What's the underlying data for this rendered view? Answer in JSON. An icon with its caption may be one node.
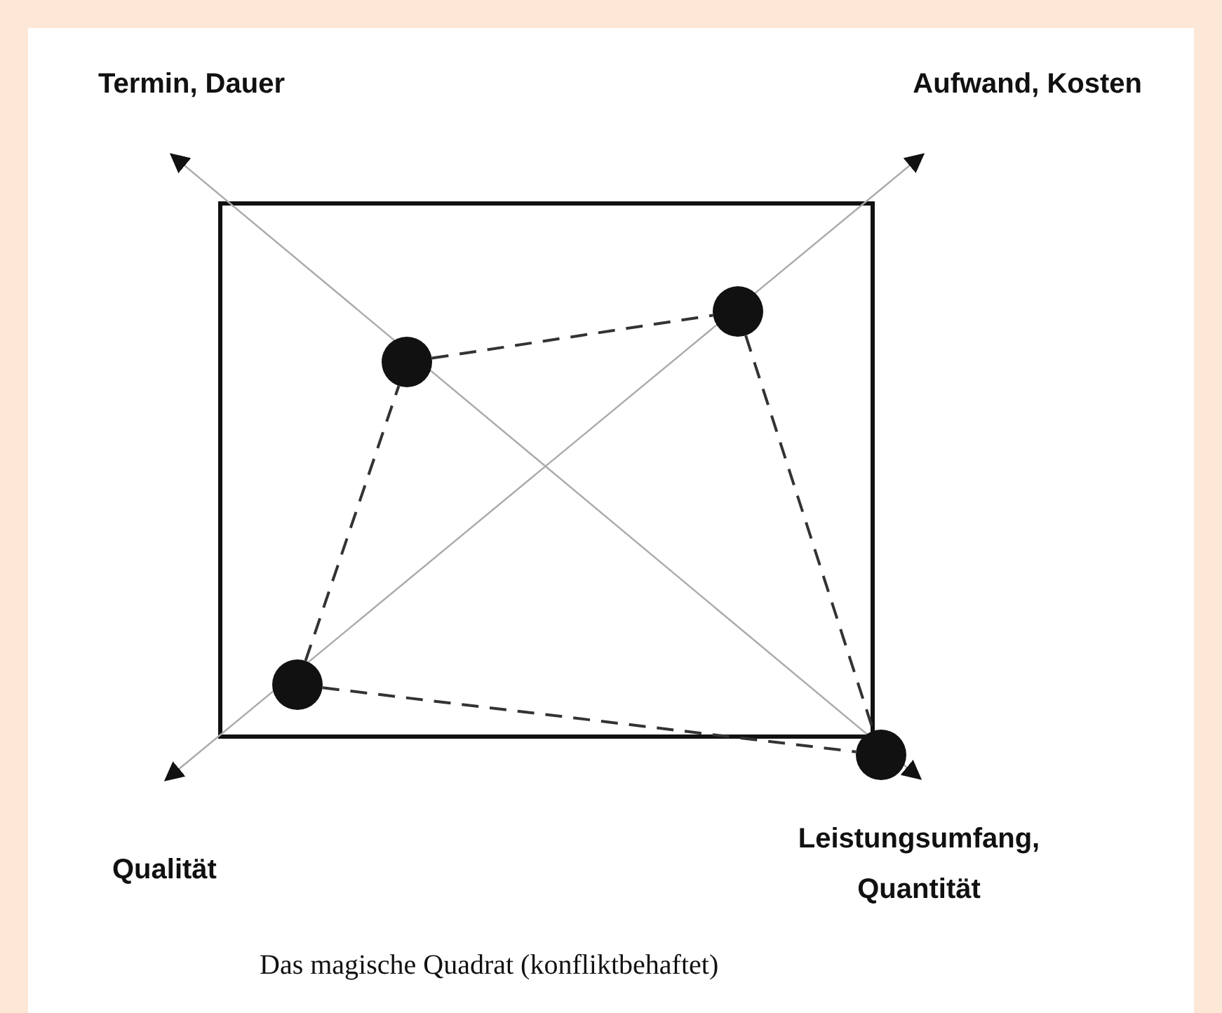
{
  "diagram": {
    "caption": "Das magische Quadrat (konfliktbehaftet)",
    "nodes": [
      {
        "text": [],
        "shape": "circle"
      },
      {
        "text": [],
        "shape": "circle"
      },
      {
        "text": [],
        "shape": "circle"
      },
      {
        "text": [],
        "shape": "circle"
      }
    ],
    "edges": [
      {
        "from": 1,
        "to": 0,
        "arrow": "none",
        "style": "dashed"
      },
      {
        "from": 0,
        "to": 3,
        "arrow": "none",
        "style": "dashed"
      },
      {
        "from": 2,
        "to": 3,
        "arrow": "none",
        "style": "dashed"
      },
      {
        "from": 2,
        "to": 1,
        "arrow": "none",
        "style": "dashed"
      }
    ],
    "labels": [
      "Termin, Dauer",
      "Aufwand, Kosten",
      "Qualität",
      "Leistungsumfang, Quantität"
    ]
  }
}
